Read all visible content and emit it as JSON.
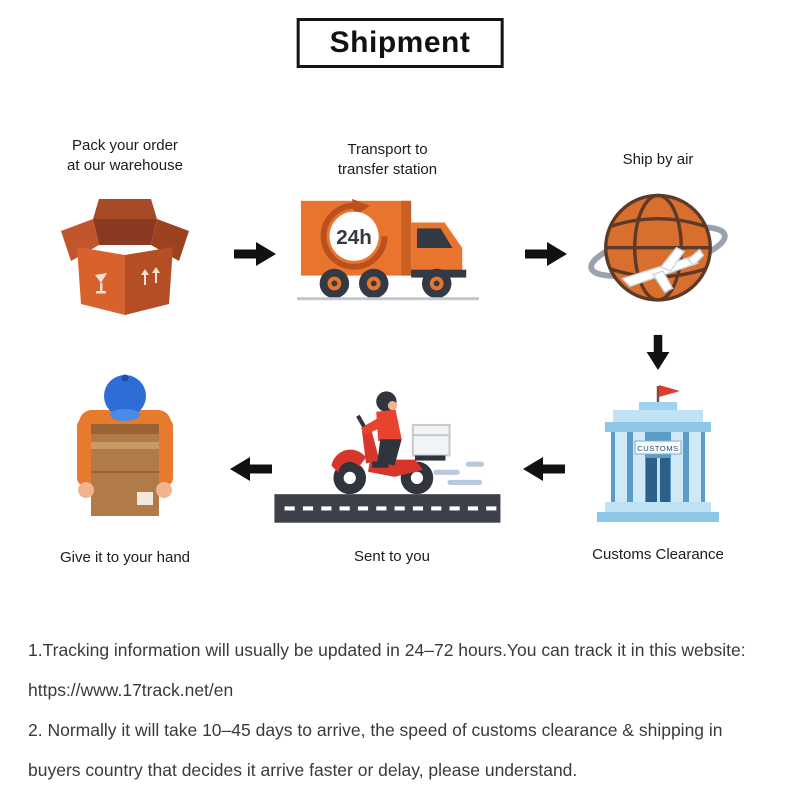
{
  "title": "Shipment",
  "steps": {
    "pack": {
      "label": "Pack your order\nat our warehouse",
      "icon": "open-box-icon"
    },
    "transport": {
      "label": "Transport to\ntransfer station",
      "icon": "delivery-truck-icon",
      "badge": "24h"
    },
    "air": {
      "label": "Ship by air",
      "icon": "globe-airplane-icon"
    },
    "customs": {
      "label": "Customs Clearance",
      "icon": "customs-building-icon",
      "sign": "CUSTOMS"
    },
    "sent": {
      "label": "Sent to you",
      "icon": "scooter-courier-icon"
    },
    "hand": {
      "label": "Give it to your hand",
      "icon": "person-carrying-box-icon"
    }
  },
  "notes": {
    "line1": "1.Tracking information will usually be updated in 24–72 hours.You can track it in this website:",
    "line2": "https://www.17track.net/en",
    "line3": "2. Normally it will take 10–45 days to arrive, the speed of customs clearance & shipping in",
    "line4": "buyers country that decides it arrive faster or delay, please understand."
  },
  "colors": {
    "accent_orange": "#e8742d",
    "box_brown": "#c2552b",
    "scooter_red": "#d8352c",
    "building_blue": "#bfe2f5",
    "arrow_black": "#111111"
  }
}
